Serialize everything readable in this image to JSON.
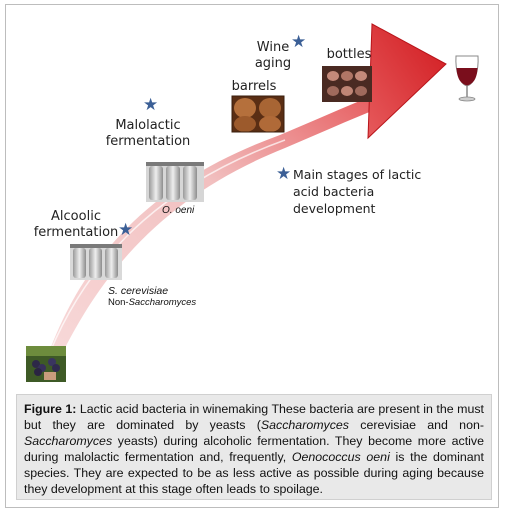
{
  "stages": {
    "wine_aging": "Wine\naging",
    "bottles": "bottles",
    "barrels": "barrels",
    "malolactic": "Malolactic\nfermentation",
    "alcoolic": "Alcoolic\nfermentation"
  },
  "organisms": {
    "o_oeni": "O. oeni",
    "s_cerevisiae": "S. cerevisiae",
    "non_prefix": "Non-",
    "non_genus": "Saccharomyces"
  },
  "legend": {
    "text": "Main stages of lactic\nacid bacteria\ndevelopment",
    "star_icon": "star-icon",
    "star_color": "#3b5f96"
  },
  "arrow": {
    "color": "#e0262b"
  },
  "caption": {
    "label": "Figure 1:",
    "p1": " Lactic acid bacteria in winemaking These bacteria are present in the must but they are dominated by yeasts (",
    "t1": "Saccharomyces",
    "p2": " cerevisiae and non-",
    "t2": "Saccharomyces",
    "p3": " yeasts) during alcoholic fermentation. They become more active during malolactic fermentation and, frequently, ",
    "t3": "Oenococcus oeni",
    "p4": " is the dominant species. They are expected to be as less active as possible during aging because they development at this stage often leads to spoilage."
  }
}
